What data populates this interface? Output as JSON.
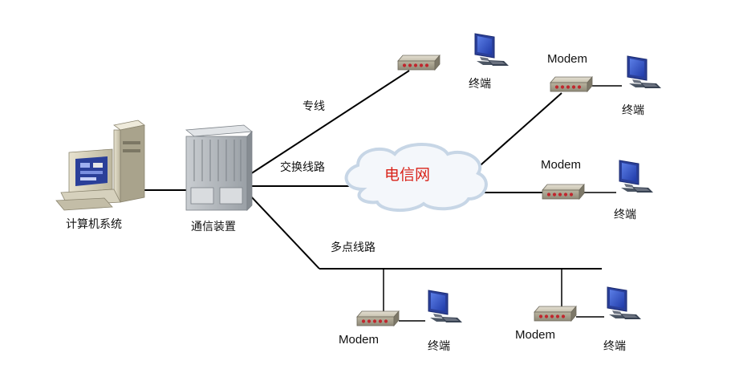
{
  "labels": {
    "computer": "计算机系统",
    "comm_device": "通信装置",
    "dedicated_line": "专线",
    "switched_line": "交换线路",
    "multipoint_line": "多点线路",
    "network": "电信网",
    "modem": "Modem",
    "terminal": "终端"
  },
  "colors": {
    "line": "#000000",
    "network_text": "#d9231a",
    "modem_body": "#b7b09d",
    "modem_led": "#c0262d",
    "monitor_screen": "#2f52c9"
  },
  "icons": [
    "computer-icon",
    "comm-device-icon",
    "modem-icon",
    "terminal-icon",
    "cloud-icon"
  ]
}
